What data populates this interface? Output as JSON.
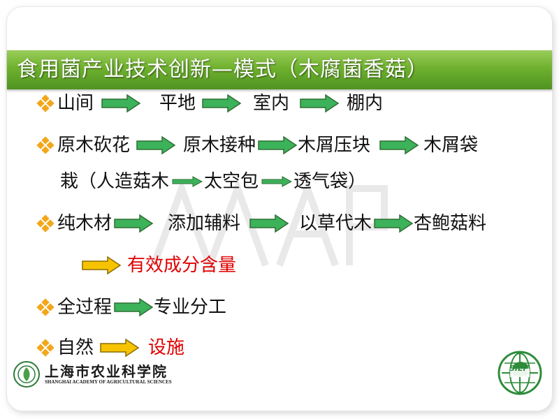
{
  "title": "食用菌产业技术创新—模式（木腐菌香菇）",
  "rows": {
    "r1": [
      "山间",
      "平地",
      "室内",
      "棚内"
    ],
    "r2a": [
      "原木砍花",
      "原木接种",
      "木屑压块",
      "木屑袋"
    ],
    "r2b": [
      "栽（人造菇木",
      "太空包",
      "透气袋）"
    ],
    "r3": [
      "纯木材",
      "添加辅料",
      "以草代木",
      "杏鲍菇料"
    ],
    "r3b": "有效成分含量",
    "r4": [
      "全过程",
      "专业分工"
    ],
    "r5": [
      "自然",
      "设施"
    ]
  },
  "footer": {
    "institute_cn": "上海市农业科学院",
    "institute_en": "SHANGHAI ACADEMY OF AGRICULTURAL SCIENCES",
    "sief_label": "SIEF"
  },
  "colors": {
    "title_green": "#6fb12e",
    "arrow_green": "#3cb25a",
    "arrow_yellow": "#f7c300",
    "bullet_orange": "#f2a71b",
    "highlight_red": "#e00000"
  }
}
